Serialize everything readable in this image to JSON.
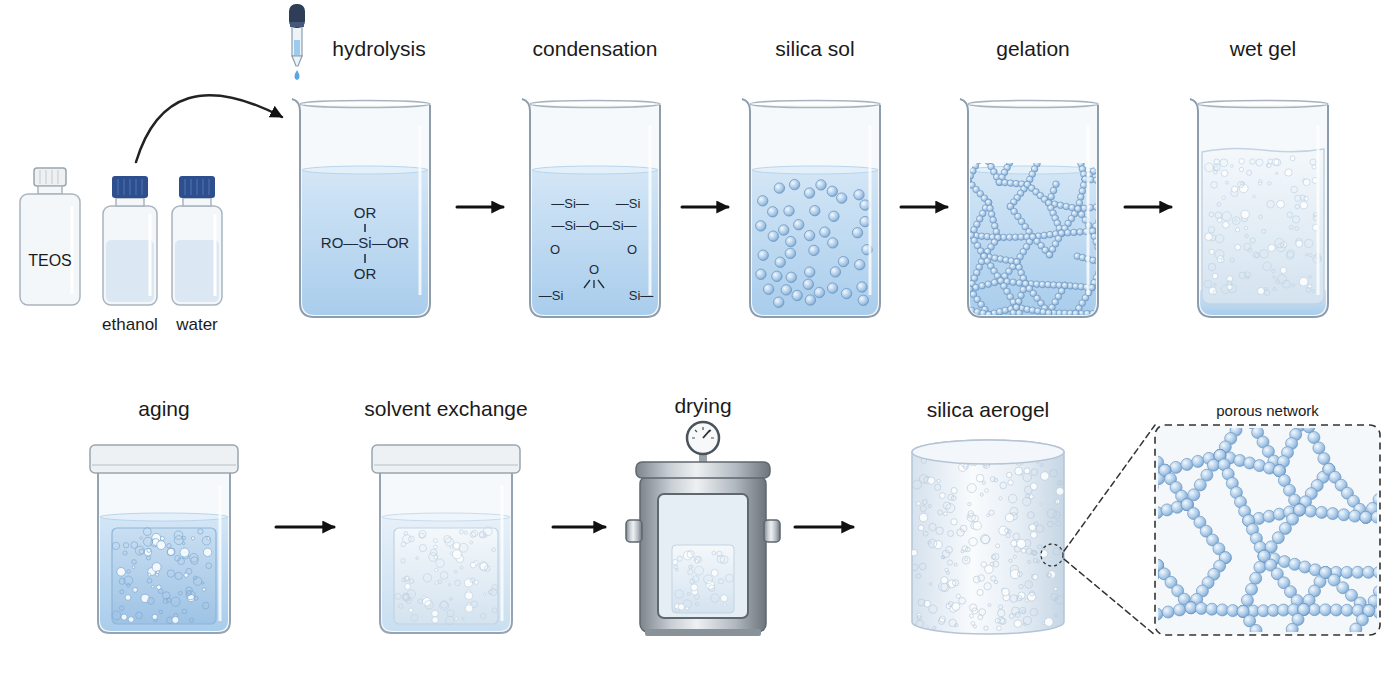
{
  "diagram": {
    "nodes": [
      {
        "text": [
          "TEOS"
        ]
      },
      {
        "text": [
          "ethanol"
        ]
      },
      {
        "text": [
          "water"
        ]
      },
      {
        "text": [
          "hydrolysis"
        ]
      },
      {
        "text": [
          "condensation"
        ]
      },
      {
        "text": [
          "silica sol"
        ]
      },
      {
        "text": [
          "gelation"
        ]
      },
      {
        "text": [
          "wet gel"
        ]
      },
      {
        "text": [
          "aging"
        ]
      },
      {
        "text": [
          "solvent exchange"
        ]
      },
      {
        "text": [
          "drying"
        ]
      },
      {
        "text": [
          "silica aerogel"
        ]
      },
      {
        "text": [
          "porous network"
        ]
      }
    ],
    "edges": [
      {
        "from": 1,
        "to": 3,
        "arrow": "to"
      },
      {
        "from": 3,
        "to": 4,
        "arrow": "to"
      },
      {
        "from": 4,
        "to": 5,
        "arrow": "to"
      },
      {
        "from": 5,
        "to": 6,
        "arrow": "to"
      },
      {
        "from": 6,
        "to": 7,
        "arrow": "to"
      },
      {
        "from": 8,
        "to": 9,
        "arrow": "to"
      },
      {
        "from": 9,
        "to": 10,
        "arrow": "to"
      },
      {
        "from": 10,
        "to": 11,
        "arrow": "to"
      },
      {
        "from": 11,
        "to": 12,
        "arrow": "none"
      }
    ],
    "labels": [
      "OR",
      "RO—Si—OR",
      "OR",
      "—Si—",
      "—Si",
      "—Si—O—Si—",
      "O",
      "O",
      "O",
      "—Si",
      "Si—"
    ]
  }
}
